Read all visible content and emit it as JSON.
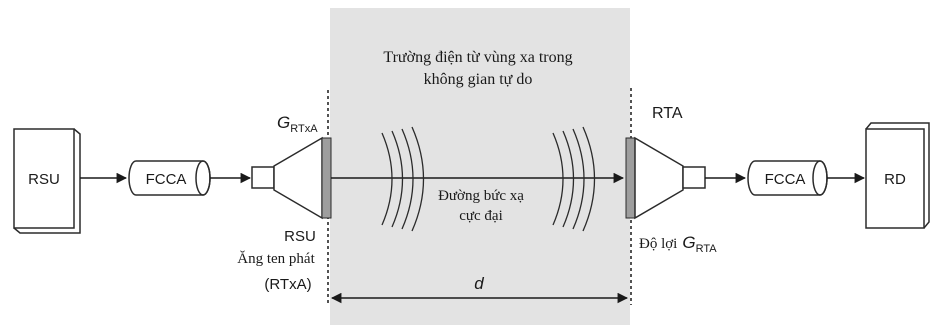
{
  "blocks": {
    "source": "RSU",
    "cable_left": "FCCA",
    "cable_right": "FCCA",
    "receiver": "RD"
  },
  "zone": {
    "title_line1": "Trường điện từ vùng xa trong",
    "title_line2": "không gian tự do"
  },
  "path": {
    "label_line1": "Đường bức xạ",
    "label_line2": "cực đại",
    "distance": "d"
  },
  "tx_antenna": {
    "gain_symbol": "G",
    "gain_subscript": "RTxA",
    "name": "RSU",
    "caption": "Ăng ten phát",
    "abbrev": "(RTxA)"
  },
  "rx_antenna": {
    "name": "RTA",
    "gain_prefix": "Độ lợi",
    "gain_symbol": "G",
    "gain_subscript": "RTA"
  },
  "colors": {
    "zone_fill": "#e3e3e3",
    "block_fill": "#ffffff",
    "stroke": "#2b2b2b",
    "antenna_face": "#9e9e9e"
  }
}
